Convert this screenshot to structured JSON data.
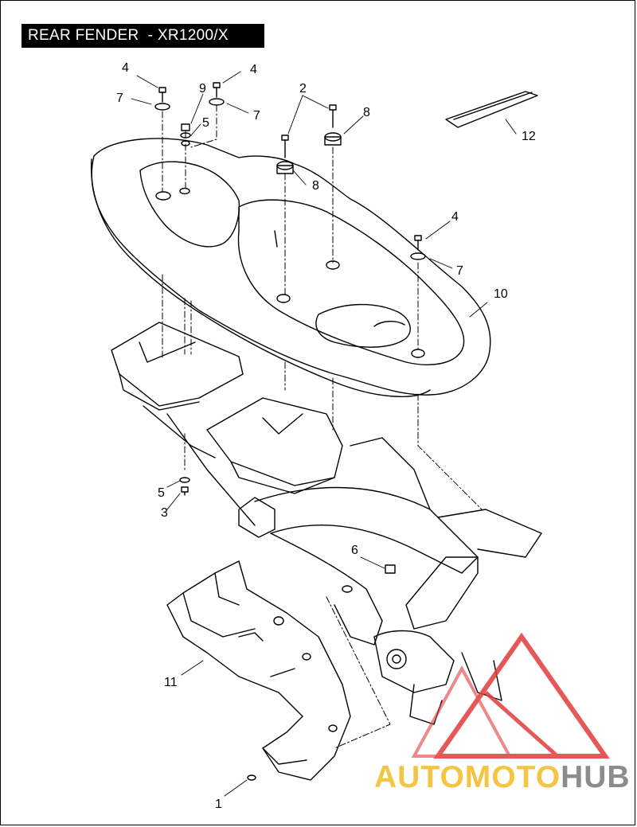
{
  "title": "REAR FENDER  - XR1200/X",
  "callouts": [
    {
      "id": "c-4a",
      "text": "4"
    },
    {
      "id": "c-7a",
      "text": "7"
    },
    {
      "id": "c-9",
      "text": "9"
    },
    {
      "id": "c-4b",
      "text": "4"
    },
    {
      "id": "c-5a",
      "text": "5"
    },
    {
      "id": "c-7b",
      "text": "7"
    },
    {
      "id": "c-2",
      "text": "2"
    },
    {
      "id": "c-8a",
      "text": "8"
    },
    {
      "id": "c-8b",
      "text": "8"
    },
    {
      "id": "c-12",
      "text": "12"
    },
    {
      "id": "c-4c",
      "text": "4"
    },
    {
      "id": "c-7c",
      "text": "7"
    },
    {
      "id": "c-10",
      "text": "10"
    },
    {
      "id": "c-5b",
      "text": "5"
    },
    {
      "id": "c-3",
      "text": "3"
    },
    {
      "id": "c-6",
      "text": "6"
    },
    {
      "id": "c-11",
      "text": "11"
    },
    {
      "id": "c-1",
      "text": "1"
    }
  ],
  "watermark": {
    "part_a": "AUTOMOTO",
    "part_b": "HUB",
    "colors": {
      "triangle": "#e23b3b",
      "text_a": "#f4c542",
      "text_b": "#8c8c8c"
    }
  }
}
